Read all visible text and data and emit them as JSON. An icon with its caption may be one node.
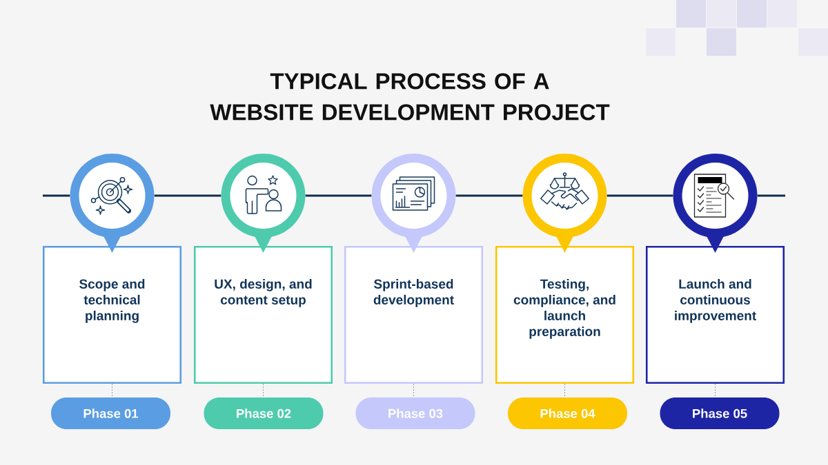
{
  "diagram": {
    "title": "TYPICAL PROCESS OF A WEBSITE DEVELOPMENT PROJECT",
    "nodes": [
      {
        "text": [],
        "shape": "circle"
      },
      {
        "text": [],
        "shape": "circle"
      },
      {
        "text": [],
        "shape": "circle"
      },
      {
        "text": [],
        "shape": "circle"
      },
      {
        "text": [],
        "shape": "circle"
      },
      {
        "text": [
          "Scope and technical planning"
        ]
      },
      {
        "text": [
          "UX, design, and content setup"
        ]
      },
      {
        "text": [
          "Sprint-based development"
        ]
      },
      {
        "text": [
          "Testing, compliance, and launch preparation"
        ]
      },
      {
        "text": [
          "Launch and continuous improvement"
        ]
      },
      {
        "text": [
          "Phase 01"
        ]
      },
      {
        "text": [
          "Phase 02"
        ]
      },
      {
        "text": [
          "Phase 03"
        ]
      },
      {
        "text": [
          "Phase 04"
        ]
      },
      {
        "text": [
          "Phase 05"
        ]
      }
    ],
    "edges": [
      {
        "from": null,
        "to": 0,
        "arrow": "none"
      },
      {
        "from": 0,
        "to": 1,
        "arrow": "none"
      },
      {
        "from": 1,
        "to": 2,
        "arrow": "none"
      },
      {
        "from": 2,
        "to": 3,
        "arrow": "none"
      },
      {
        "from": 3,
        "to": 4,
        "arrow": "none"
      },
      {
        "from": 4,
        "to": null,
        "arrow": "none"
      },
      {
        "from": 5,
        "to": 10,
        "arrow": "none",
        "style": "dashed",
        "color": "#8a8f99"
      },
      {
        "from": 6,
        "to": 11,
        "arrow": "none",
        "style": "dashed",
        "color": "#8a8f99"
      },
      {
        "from": 7,
        "to": 12,
        "arrow": "none",
        "style": "dashed",
        "color": "#8a8f99"
      },
      {
        "from": 8,
        "to": 13,
        "arrow": "none",
        "style": "dashed",
        "color": "#8a8f99"
      },
      {
        "from": 9,
        "to": 14,
        "arrow": "none",
        "style": "dashed",
        "color": "#8a8f99"
      }
    ]
  }
}
